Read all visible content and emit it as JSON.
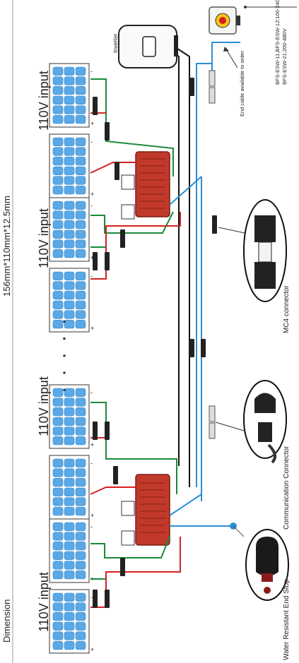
{
  "header": {
    "dimension_label": "Dimension",
    "dimension_value": "156mm*110mm*12.5mm"
  },
  "strings": [
    {
      "label": "110V input"
    },
    {
      "label": "110V input"
    },
    {
      "label": "110V input"
    },
    {
      "label": "110V input"
    }
  ],
  "ellipsis": "· · · · ·",
  "panel_terminal_plus": "+",
  "panel_terminal_minus": "-",
  "inverter_label": "Inverter",
  "end_cable_note": "End cable available to order",
  "rsd_models": [
    "BFS-ESW-11,BFS-ESW-12:100-240V",
    "BFS-ESW-21:200-480V"
  ],
  "callouts": {
    "mc4": "MC4 connector",
    "communication": "Communication Connector",
    "end_stop": "Water Resistant End Stop"
  },
  "colors": {
    "panel": "#3a87c8",
    "panel_cell": "#5aa8e6",
    "optimizer": "#c0392b",
    "wire_red": "#d62020",
    "wire_green": "#1a8a3a",
    "wire_blue": "#2a8fd6",
    "wire_black": "#111111"
  }
}
